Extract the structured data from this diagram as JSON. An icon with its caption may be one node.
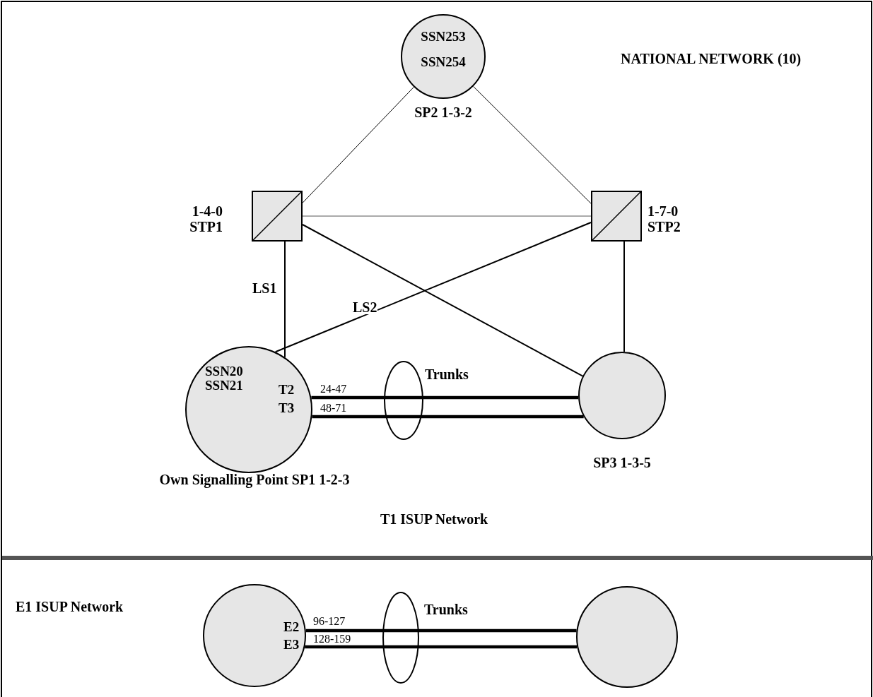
{
  "diagram": {
    "nodes": [
      {
        "text": [
          "SSN253",
          "SSN254"
        ],
        "beside": [
          "SP2 1-3-2"
        ]
      },
      {
        "text": [],
        "shape": "box",
        "beside": [
          "1-4-0 STP1"
        ]
      },
      {
        "text": [],
        "shape": "box",
        "beside": [
          "1-7-0 STP2"
        ]
      },
      {
        "text": [
          "SSN20 SSN21",
          "T2",
          "T3"
        ],
        "beside": [
          "Own Signalling Point SP1 1-2-3"
        ]
      },
      {
        "text": [],
        "shape": "circle",
        "beside": [
          "SP3 1-3-5"
        ]
      },
      {
        "text": [
          "E2",
          "E3"
        ]
      },
      {
        "text": [],
        "shape": "circle"
      }
    ],
    "edges": [
      {
        "from": 0,
        "to": 1,
        "arrow": "none"
      },
      {
        "from": 0,
        "to": 2,
        "arrow": "none"
      },
      {
        "from": 1,
        "to": 2,
        "arrow": "none",
        "color": "#aaaaaa"
      },
      {
        "from": 1,
        "to": 3,
        "arrow": "none",
        "label": "LS1"
      },
      {
        "from": 2,
        "to": 3,
        "arrow": "none",
        "label": "LS2"
      },
      {
        "from": 1,
        "to": 4,
        "arrow": "none"
      },
      {
        "from": 2,
        "to": 4,
        "arrow": "none"
      },
      {
        "from": 3,
        "to": 4,
        "arrow": "none",
        "style": "thick",
        "label": "24-47"
      },
      {
        "from": 3,
        "to": 4,
        "arrow": "none",
        "style": "thick",
        "label": "48-71"
      },
      {
        "from": 5,
        "to": 6,
        "arrow": "none",
        "style": "thick",
        "label": "96-127"
      },
      {
        "from": 5,
        "to": 6,
        "arrow": "none",
        "style": "thick",
        "label": "128-159"
      }
    ],
    "labels": [
      "NATIONAL NETWORK (10)",
      "Trunks",
      "T1 ISUP Network",
      "E1 ISUP Network",
      "Trunks"
    ]
  }
}
